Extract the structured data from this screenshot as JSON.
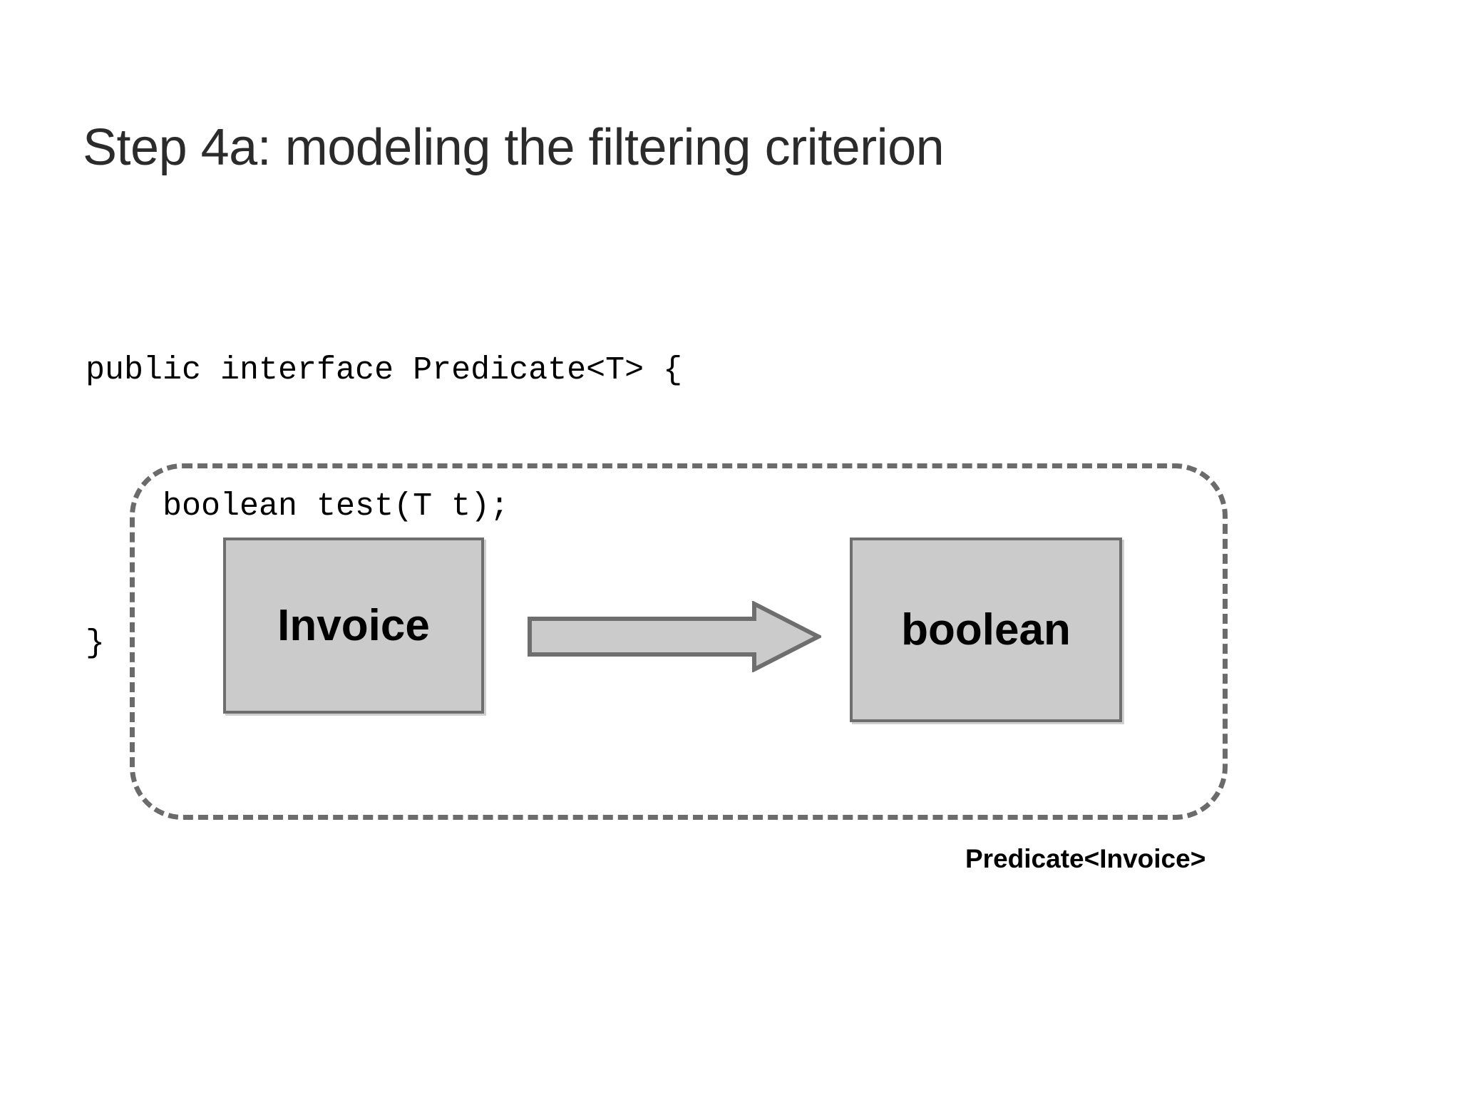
{
  "slide": {
    "title": "Step 4a: modeling the filtering criterion",
    "background_color": "#ffffff",
    "title_color": "#2b2b2b"
  },
  "code": {
    "language": "java",
    "lines": [
      "public interface Predicate<T> {",
      "    boolean test(T t);",
      "}"
    ]
  },
  "diagram": {
    "container": {
      "name": "predicate-boundary",
      "style": "dashed-rounded-rectangle",
      "stroke_color": "#6b6b6b"
    },
    "input_box": {
      "label": "Invoice",
      "fill_color": "#cbcbcb",
      "stroke_color": "#6e6e6e"
    },
    "output_box": {
      "label": "boolean",
      "fill_color": "#cbcbcb",
      "stroke_color": "#6e6e6e"
    },
    "arrow": {
      "icon": "block-arrow-right-icon",
      "direction": "right",
      "fill_color": "#cbcbcb",
      "stroke_color": "#6e6e6e"
    },
    "caption": "Predicate<Invoice>"
  }
}
